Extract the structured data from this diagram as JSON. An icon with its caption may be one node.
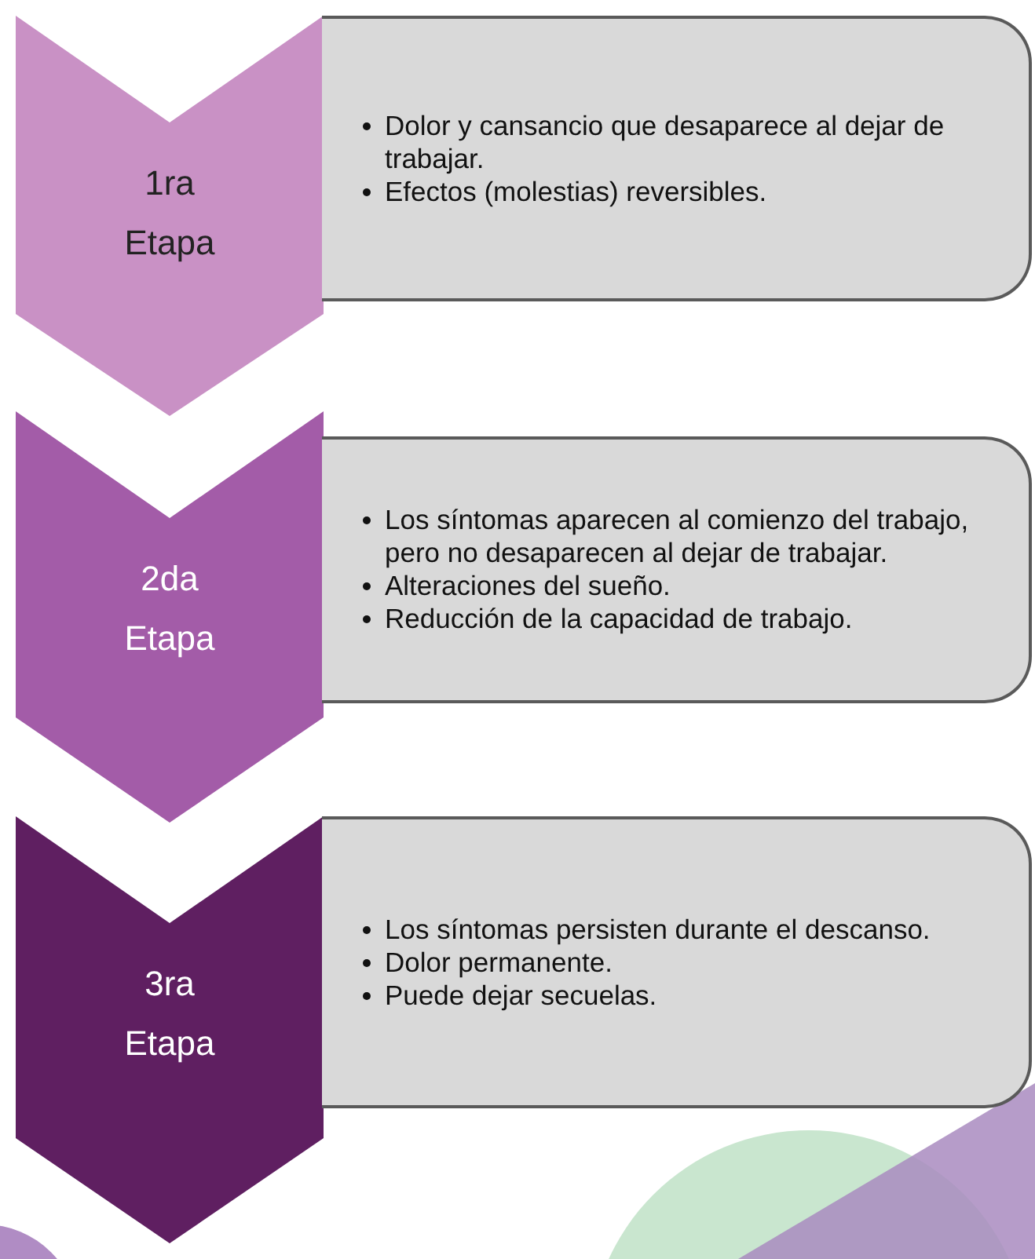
{
  "diagram": {
    "nodes": [
      {
        "text": [
          "1ra Etapa"
        ]
      },
      {
        "text": [
          "Dolor y cansancio que desaparece al dejar de trabajar.",
          "Efectos (molestias) reversibles."
        ]
      },
      {
        "text": [
          "2da Etapa"
        ]
      },
      {
        "text": [
          "Los síntomas aparecen al comienzo del trabajo, pero no desaparecen al dejar de trabajar.",
          "Alteraciones del sueño.",
          "Reducción de la capacidad de trabajo."
        ]
      },
      {
        "text": [
          "3ra Etapa"
        ]
      },
      {
        "text": [
          "Los síntomas persisten durante el descanso.",
          "Dolor permanente.",
          "Puede dejar secuelas."
        ]
      }
    ]
  }
}
